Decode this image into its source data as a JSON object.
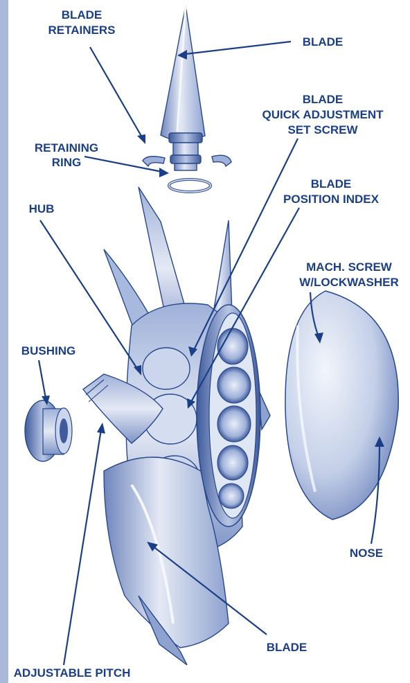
{
  "colors": {
    "ink": "#1a3f86",
    "border": "#aab8da",
    "metal_light": "#e4e9f4",
    "metal_mid": "#b8c6e4",
    "metal_dark": "#6f86bd",
    "metal_deep": "#3f5b9c"
  },
  "labels": {
    "blade_retainers": [
      "BLADE",
      "RETAINERS"
    ],
    "blade_top": "BLADE",
    "blade_quick_adjustment": [
      "BLADE",
      "QUICK ADJUSTMENT",
      "SET SCREW"
    ],
    "retaining_ring": [
      "RETAINING",
      "RING"
    ],
    "blade_position_index": [
      "BLADE",
      "POSITION INDEX"
    ],
    "hub": "HUB",
    "mach_screw": [
      "MACH. SCREW",
      "W/LOCKWASHER"
    ],
    "bushing": "BUSHING",
    "nose": "NOSE",
    "blade_bottom": "BLADE",
    "adjustable_pitch": "ADJUSTABLE PITCH"
  }
}
